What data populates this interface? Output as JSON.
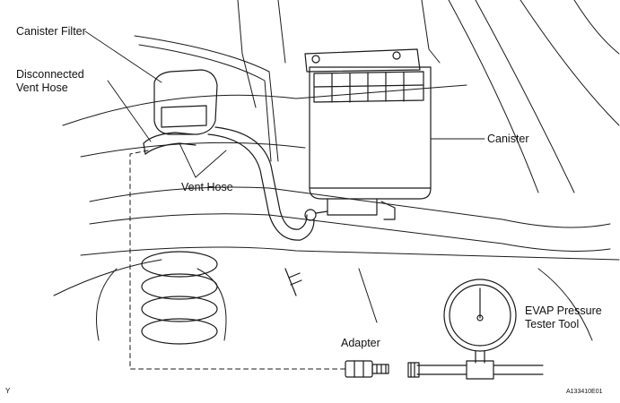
{
  "labels": {
    "canister_filter": "Canister Filter",
    "disconnected_vent_hose_line1": "Disconnected",
    "disconnected_vent_hose_line2": "Vent Hose",
    "vent_hose": "Vent Hose",
    "canister": "Canister",
    "evap_tool_line1": "EVAP Pressure",
    "evap_tool_line2": "Tester Tool",
    "adapter": "Adapter"
  },
  "corner_marks": {
    "bottom_left": "Y",
    "bottom_right": "A133410E01"
  }
}
